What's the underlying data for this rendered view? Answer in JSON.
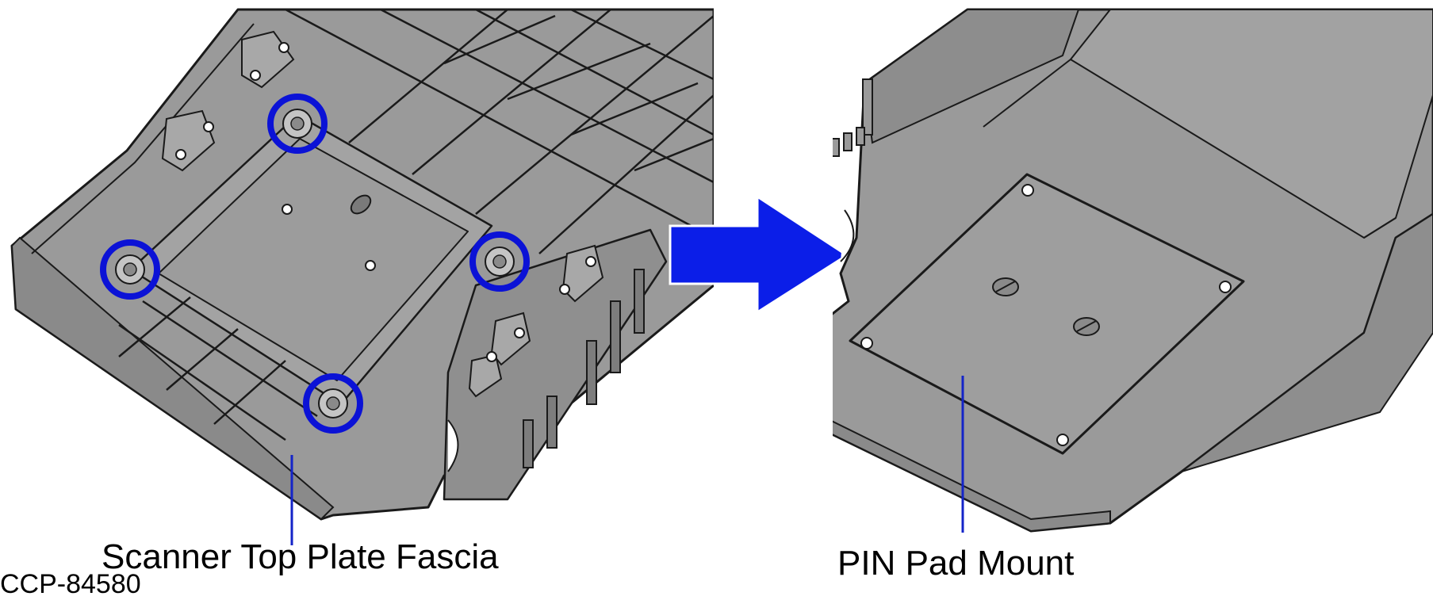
{
  "labels": {
    "left_part": "Scanner Top Plate Fascia",
    "right_part": "PIN Pad Mount",
    "figure_id": "CCP-84580"
  },
  "colors": {
    "part_gray": "#9a9a9a",
    "part_edge": "#1a1a1a",
    "highlight_blue": "#0b12d6",
    "arrow_blue": "#0b1ee8",
    "leader_blue": "#1424c8"
  },
  "callouts": {
    "left_highlighted_nuts": 4
  }
}
